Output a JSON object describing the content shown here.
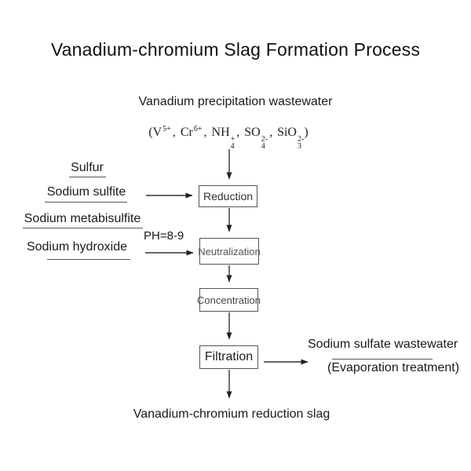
{
  "title": "Vanadium-chromium Slag Formation Process",
  "colors": {
    "text": "#1a1a1a",
    "line": "#555555",
    "box_border": "#555555",
    "arrow": "#333333"
  },
  "flow": {
    "source": "Vanadium precipitation wastewater",
    "ions": {
      "open": "(",
      "close": ")",
      "separator": "、",
      "separator_render": ",",
      "list": [
        {
          "base": "V",
          "sup": "5+"
        },
        {
          "base": "Cr",
          "sup": "6+"
        },
        {
          "base": "NH",
          "sub": "4",
          "sup": "+"
        },
        {
          "base": "SO",
          "sub": "4",
          "sup": "2-"
        },
        {
          "base": "SiO",
          "sub": "3",
          "sup": "2-"
        }
      ]
    },
    "steps": [
      "Reduction",
      "Neutralization",
      "Concentration",
      "Filtration"
    ],
    "output": "Vanadium-chromium reduction slag"
  },
  "reagents": [
    "Sulfur",
    "Sodium sulfite",
    "Sodium metabisulfite",
    "Sodium hydroxide"
  ],
  "ph_label": "PH=8-9",
  "byproduct": {
    "line1": "Sodium sulfate wastewater",
    "line2": "(Evaporation treatment)"
  }
}
